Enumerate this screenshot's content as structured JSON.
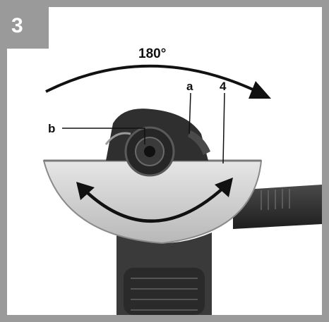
{
  "figure": {
    "step_number": "3",
    "rotation_label": "180°",
    "callouts": {
      "a": "a",
      "b": "b",
      "four": "4"
    }
  },
  "colors": {
    "frame": "#9a9a9a",
    "arrow": "#111111",
    "guard": "#cfcfcf",
    "body": "#2f2f2f"
  }
}
